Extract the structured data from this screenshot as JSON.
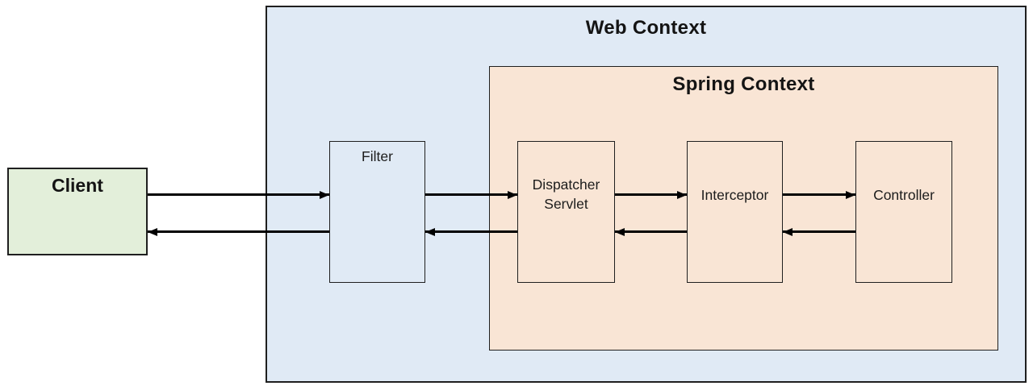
{
  "colors": {
    "client_fill": "#e3efda",
    "web_context_fill": "#e0eaf5",
    "filter_fill": "#e0eaf5",
    "spring_context_fill": "#f9e5d5",
    "inner_box_fill": "#f9e5d5",
    "border": "#1f1f1f",
    "arrow": "#000000"
  },
  "diagram": {
    "client": {
      "label": "Client"
    },
    "web_context": {
      "title": "Web Context"
    },
    "filter": {
      "label": "Filter"
    },
    "spring_context": {
      "title": "Spring Context"
    },
    "dispatcher_servlet": {
      "label": "Dispatcher Servlet"
    },
    "interceptor": {
      "label": "Interceptor"
    },
    "controller": {
      "label": "Controller"
    }
  }
}
